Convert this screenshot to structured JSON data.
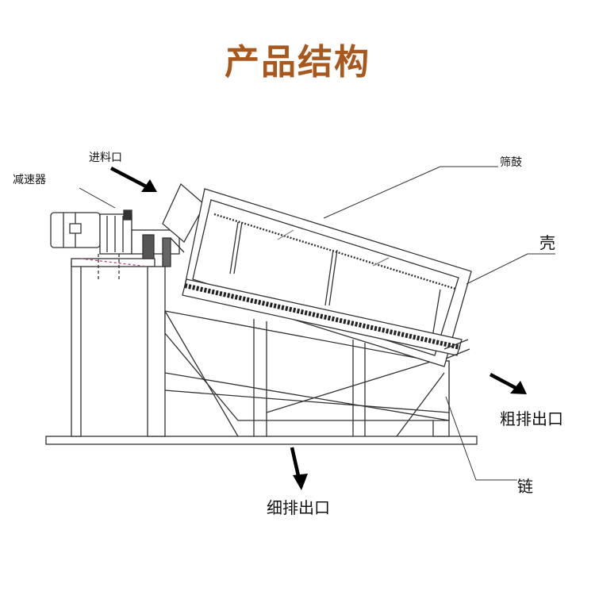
{
  "title": "产品结构",
  "labels": {
    "inlet": "进料口",
    "reducer": "减速器",
    "drum": "筛鼓",
    "shell": "壳",
    "coarse_outlet": "粗排出口",
    "chain": "链",
    "fine_outlet": "细排出口"
  }
}
